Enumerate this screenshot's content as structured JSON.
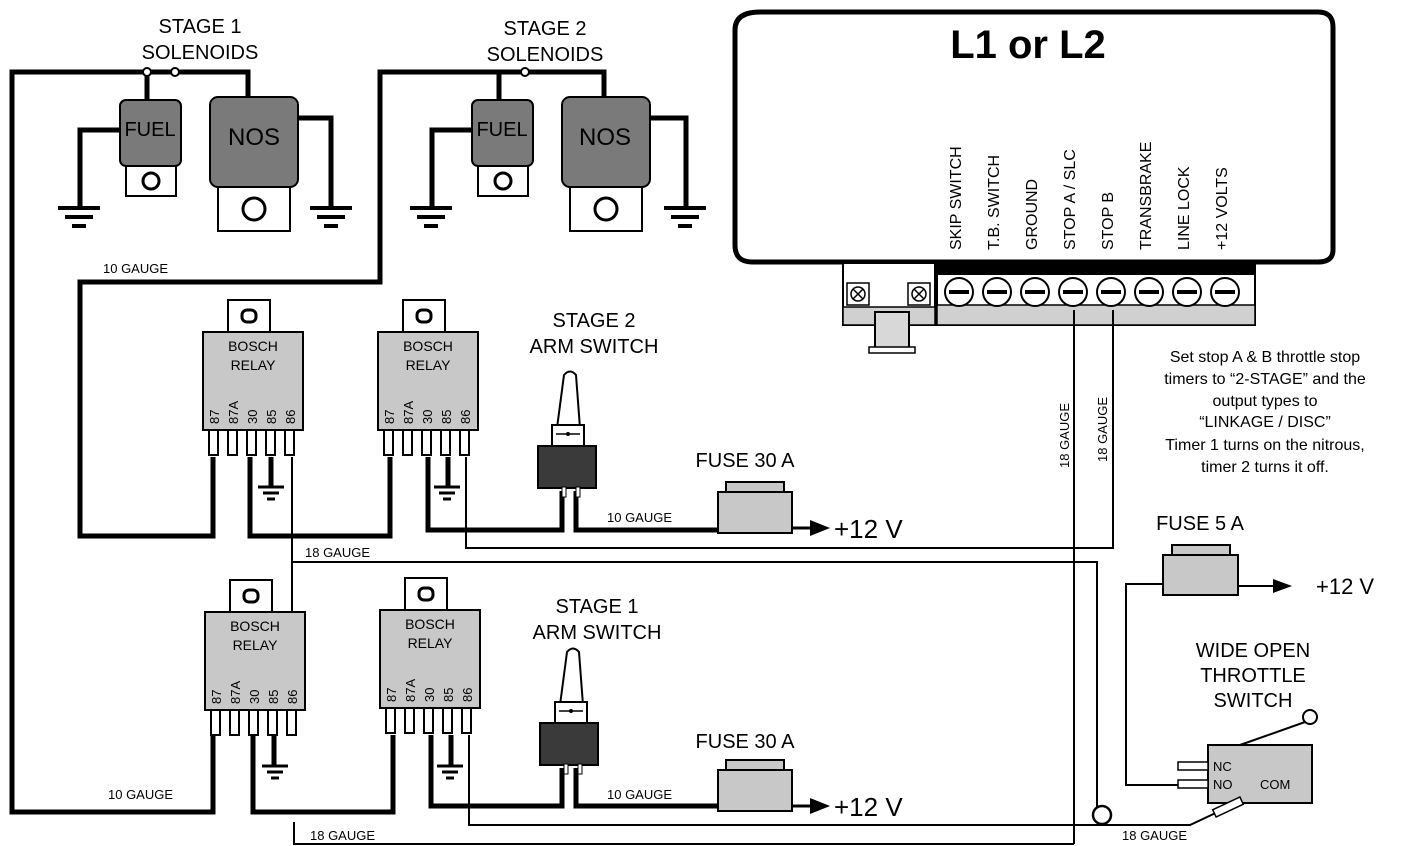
{
  "controller": {
    "title": "L1 or L2",
    "terminals": [
      "SKIP SWITCH",
      "T.B. SWITCH",
      "GROUND",
      "STOP A / SLC",
      "STOP B",
      "TRANSBRAKE",
      "LINE LOCK",
      "+12 VOLTS"
    ]
  },
  "solenoids": {
    "stage1_title": [
      "STAGE 1",
      "SOLENOIDS"
    ],
    "stage2_title": [
      "STAGE 2",
      "SOLENOIDS"
    ],
    "fuel_label": "FUEL",
    "nos_label": "NOS"
  },
  "relay": {
    "name": [
      "BOSCH",
      "RELAY"
    ],
    "pins": [
      "87",
      "87A",
      "30",
      "85",
      "86"
    ]
  },
  "switches": {
    "stage2_arm": [
      "STAGE 2",
      "ARM SWITCH"
    ],
    "stage1_arm": [
      "STAGE 1",
      "ARM SWITCH"
    ],
    "wot": [
      "WIDE OPEN",
      "THROTTLE",
      "SWITCH"
    ],
    "wot_nc": "NC",
    "wot_no": "NO",
    "wot_com": "COM"
  },
  "fuses": {
    "fuse30": "FUSE 30 A",
    "fuse5": "FUSE 5 A",
    "plus12": "+12 V"
  },
  "gauges": {
    "g10": "10 GAUGE",
    "g18": "18 GAUGE"
  },
  "note": [
    "Set stop A & B throttle stop",
    "timers to “2-STAGE” and the",
    "output types to",
    "“LINKAGE / DISC”",
    "Timer 1 turns on the nitrous,",
    "timer 2 turns it off."
  ]
}
